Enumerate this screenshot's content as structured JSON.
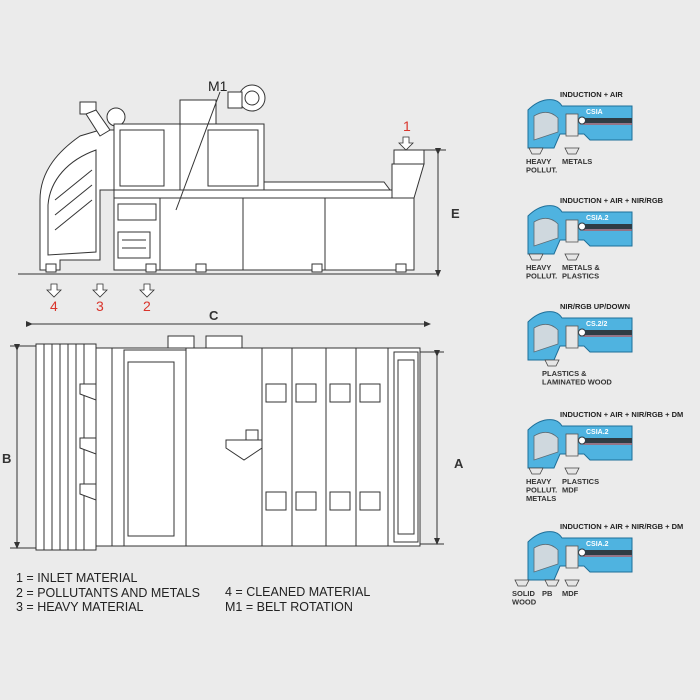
{
  "side_view": {
    "motor_label": "M1",
    "dim_e": "E",
    "inlet_marker": "1",
    "outlets": [
      "4",
      "3",
      "2"
    ]
  },
  "top_view": {
    "dim_c": "C",
    "dim_b": "B",
    "dim_a": "A"
  },
  "legend": {
    "items_left": [
      "1 = INLET MATERIAL",
      "2 = POLLUTANTS AND METALS",
      "3 = HEAVY MATERIAL"
    ],
    "items_right": [
      "4 = CLEANED MATERIAL",
      "M1 = BELT ROTATION"
    ]
  },
  "configs": [
    {
      "header": "INDUCTION + AIR",
      "code": "CSIA",
      "outputs": [
        "HEAVY\nPOLLUT.",
        "METALS"
      ]
    },
    {
      "header": "INDUCTION + AIR + NIR/RGB",
      "code": "CSIA.2",
      "outputs": [
        "HEAVY\nPOLLUT.",
        "METALS &\nPLASTICS"
      ]
    },
    {
      "header": "NIR/RGB UP/DOWN",
      "code": "CS.2/2",
      "outputs": [
        "PLASTICS &\nLAMINATED WOOD"
      ]
    },
    {
      "header": "INDUCTION + AIR + NIR/RGB + DM",
      "code": "CSIA.2",
      "outputs": [
        "HEAVY\nPOLLUT.\nMETALS",
        "PLASTICS\nMDF"
      ]
    },
    {
      "header": "INDUCTION + AIR + NIR/RGB + DM",
      "code": "CSIA.2",
      "outputs": [
        "SOLID\nWOOD",
        "PB",
        "MDF"
      ]
    }
  ],
  "colors": {
    "accent_blue": "#4fb3e0",
    "dark_blue": "#1e6f99",
    "marker_red": "#d9342b",
    "line": "#333333"
  }
}
